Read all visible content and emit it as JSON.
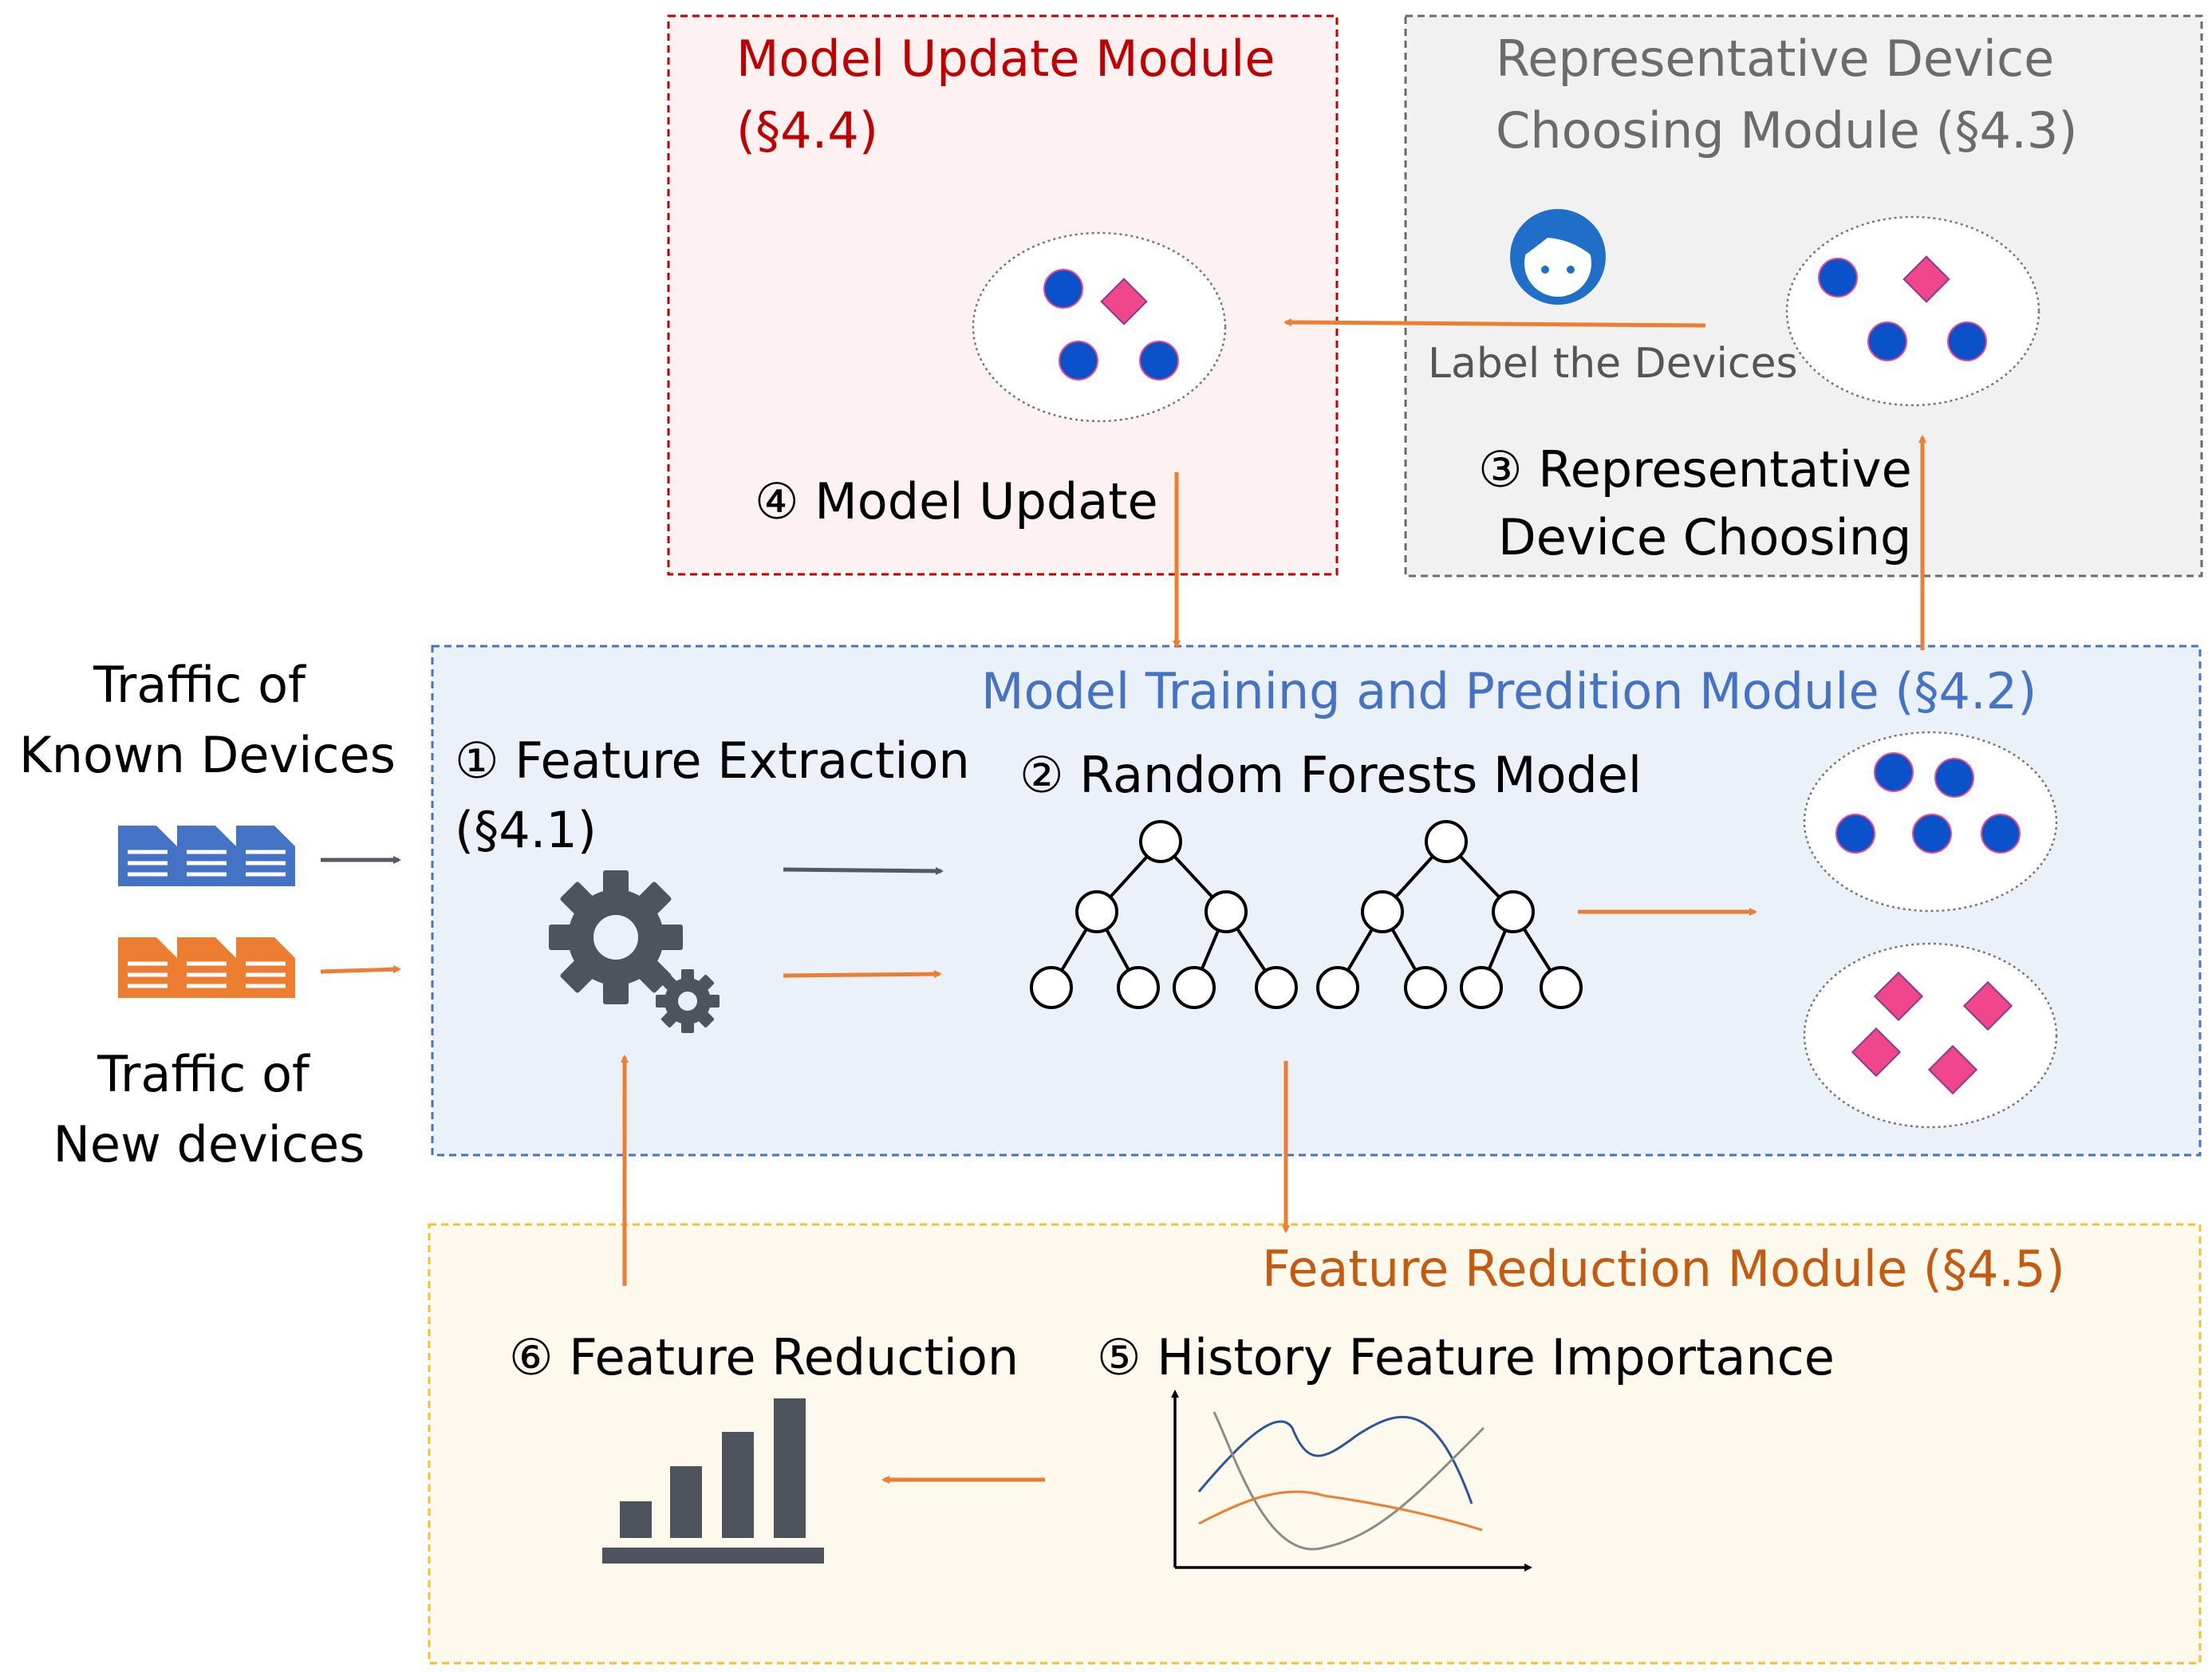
{
  "modules": {
    "update": {
      "title_line1": "Model Update Module",
      "title_line2": "(§4.4)",
      "color": "#c00000",
      "fill": "#fdf1f1"
    },
    "representative": {
      "title_line1": "Representative Device",
      "title_line2": "Choosing Module (§4.3)",
      "color": "#6b6b6b",
      "fill": "#f1f1f1"
    },
    "training": {
      "title": "Model Training and Predition Module (§4.2)",
      "color": "#4472c4",
      "fill": "#eaf1f9"
    },
    "reduction": {
      "title": "Feature Reduction Module (§4.5)",
      "color": "#c55a11",
      "fill": "#fdf9ec"
    }
  },
  "steps": {
    "feature_extraction": {
      "line1": "① Feature Extraction",
      "line2": "(§4.1)"
    },
    "random_forests": {
      "label": "② Random Forests Model"
    },
    "representative_choosing": {
      "line1": "③ Representative",
      "line2": "Device Choosing"
    },
    "model_update": {
      "label": "④ Model Update"
    },
    "history_importance": {
      "label": "⑤ History Feature Importance"
    },
    "feature_reduction": {
      "label": "⑥ Feature Reduction"
    }
  },
  "inputs": {
    "known": {
      "line1": "Traffic of",
      "line2": "Known Devices",
      "color": "#4472c4"
    },
    "new": {
      "line1": "Traffic of",
      "line2": "New devices",
      "color": "#ed7d31"
    }
  },
  "label_devices": "Label the Devices",
  "colors": {
    "arrow_orange": "#ed7d31",
    "arrow_gray": "#555a61",
    "icon_gray": "#4d545c",
    "dot_blue": "#0a52c9",
    "diamond_pink": "#f0468c",
    "avatar_blue": "#1f6fc9"
  }
}
